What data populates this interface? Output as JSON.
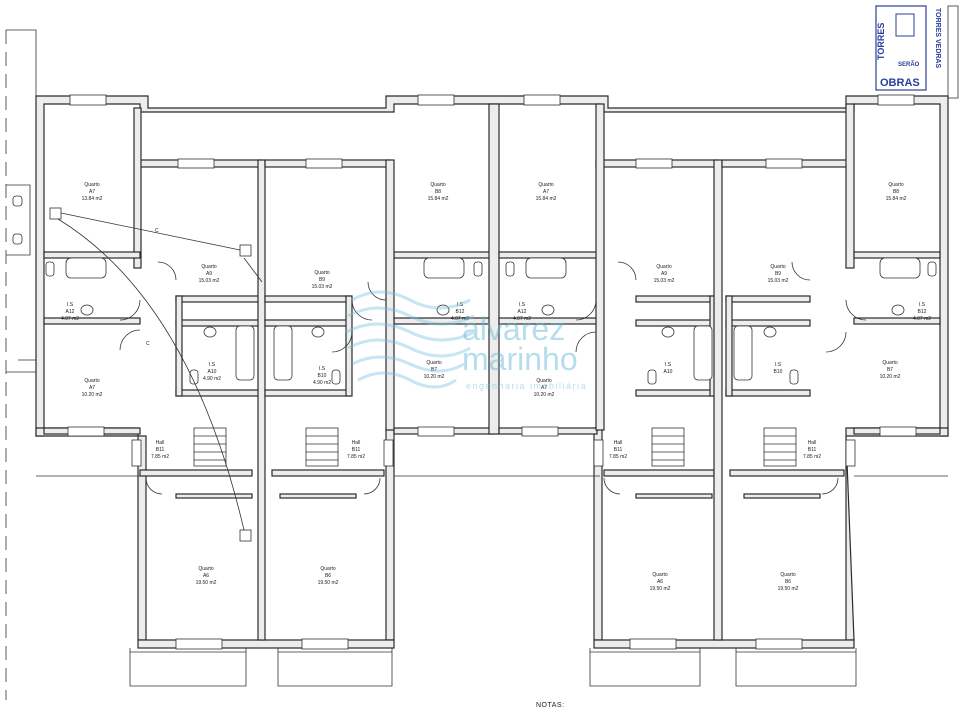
{
  "rooms": [
    {
      "code": "A7",
      "name": "Quarto",
      "area": "13.84 m2"
    },
    {
      "code": "B8",
      "name": "Quarto",
      "area": "15.84 m2"
    },
    {
      "code": "A7",
      "name": "Quarto",
      "area": "15.84 m2"
    },
    {
      "code": "B8",
      "name": "Quarto",
      "area": "15.84 m2"
    },
    {
      "code": "A9",
      "name": "Quarto",
      "area": "15.03 m2"
    },
    {
      "code": "B9",
      "name": "Quarto",
      "area": "15.03 m2"
    },
    {
      "code": "A9",
      "name": "Quarto",
      "area": "15.03 m2"
    },
    {
      "code": "B9",
      "name": "Quarto",
      "area": "15.03 m2"
    },
    {
      "code": "A12",
      "name": "I.S",
      "area": "4.07 m2"
    },
    {
      "code": "B12",
      "name": "I.S",
      "area": "4.07 m2"
    },
    {
      "code": "A12",
      "name": "I.S",
      "area": "4.07 m2"
    },
    {
      "code": "B12",
      "name": "I.S",
      "area": "4.07 m2"
    },
    {
      "code": "A7",
      "name": "Quarto",
      "area": "10.20 m2"
    },
    {
      "code": "B7",
      "name": "Quarto",
      "area": "10.20 m2"
    },
    {
      "code": "A7",
      "name": "Quarto",
      "area": "10.20 m2"
    },
    {
      "code": "B7",
      "name": "Quarto",
      "area": "10.20 m2"
    },
    {
      "code": "A10",
      "name": "I.S",
      "area": "4.90 m2"
    },
    {
      "code": "B10",
      "name": "I.S",
      "area": "4.90 m2"
    },
    {
      "code": "A10",
      "name": "I.S",
      "area": ""
    },
    {
      "code": "B10",
      "name": "I.S",
      "area": ""
    },
    {
      "code": "B11",
      "name": "Hall",
      "area": "7.85 m2"
    },
    {
      "code": "B11",
      "name": "Hall",
      "area": "7.85 m2"
    },
    {
      "code": "B11",
      "name": "Hall",
      "area": "7.85 m2"
    },
    {
      "code": "B11",
      "name": "Hall",
      "area": "7.85 m2"
    },
    {
      "code": "A6",
      "name": "Quarto",
      "area": "19.50 m2"
    },
    {
      "code": "B6",
      "name": "Quarto",
      "area": "19.50 m2"
    },
    {
      "code": "A6",
      "name": "Quarto",
      "area": "19.50 m2"
    },
    {
      "code": "B6",
      "name": "Quarto",
      "area": "19.50 m2"
    }
  ],
  "annotations": {
    "section_c1": "C",
    "section_c2": "C",
    "notes": "NOTAS:"
  },
  "watermark": {
    "line1": "alvarez",
    "line2": "marinho",
    "line3": "engenharia imobiliária"
  },
  "stamp": {
    "line1": "TORRES",
    "line2": "OBRAS",
    "line3": "TORRES VEDRAS",
    "line4": "SERÃO"
  },
  "colors": {
    "wall": "#2b2b2b",
    "stamp": "#2b3d9b",
    "watermark": "#5fb6d6"
  }
}
